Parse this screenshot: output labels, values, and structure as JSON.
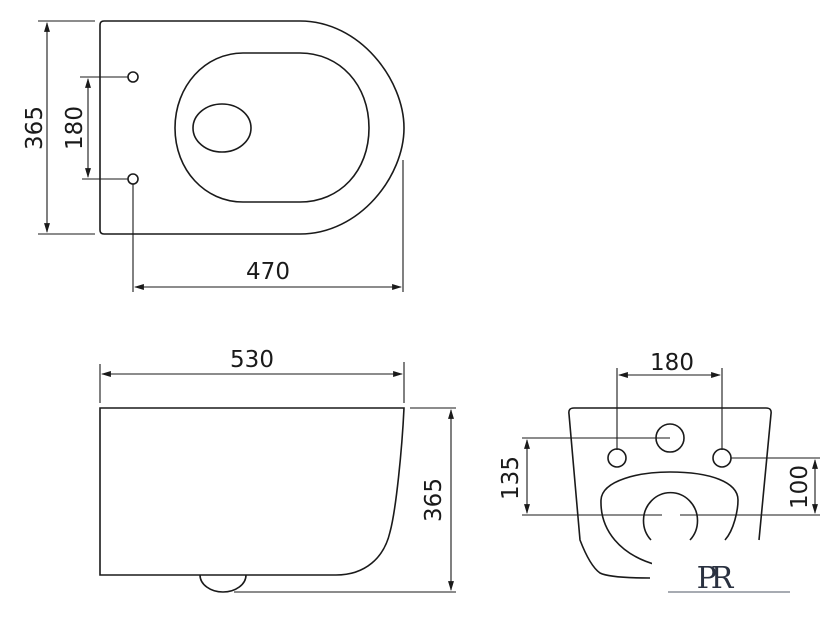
{
  "drawing": {
    "subject": "wall-hung toilet bowl",
    "line_color": "#1a1a1a",
    "views": {
      "top": {
        "dims": {
          "depth": "365",
          "bolt_spacing": "180",
          "length_from_bolts": "470"
        }
      },
      "side": {
        "dims": {
          "total_length": "530",
          "height": "365"
        }
      },
      "rear": {
        "dims": {
          "bolt_spacing": "180",
          "inlet_to_outlet": "135",
          "bolts_to_outlet": "100"
        }
      }
    },
    "logo": {
      "text": "PR",
      "color": "#2a3140"
    }
  }
}
